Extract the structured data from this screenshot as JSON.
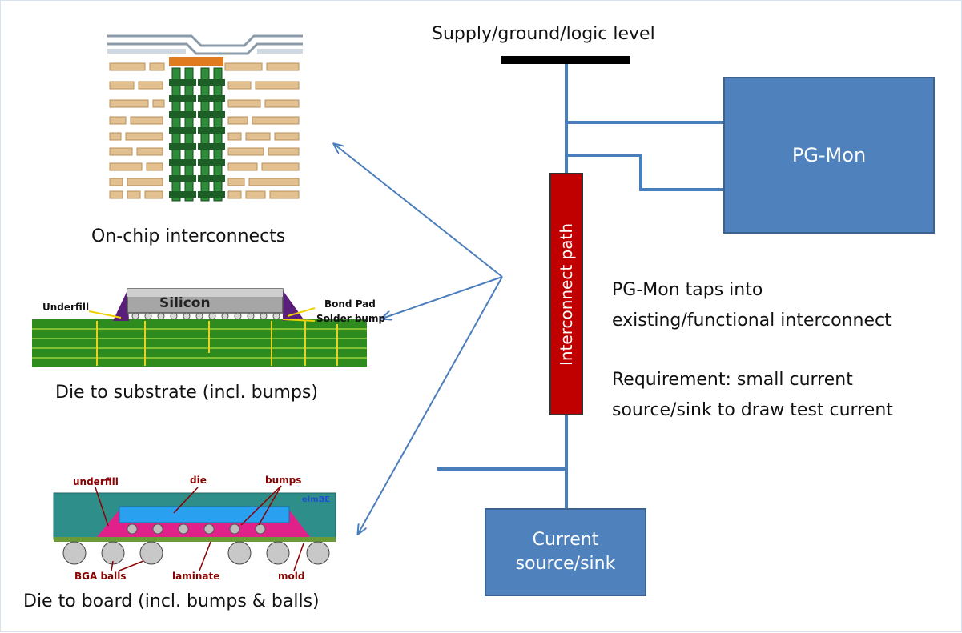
{
  "top_label": "Supply/ground/logic level",
  "pgmon_label": "PG-Mon",
  "interconnect_label": "Interconnect path",
  "current_source_label": "Current source/sink",
  "note1_line1": "PG-Mon taps into",
  "note1_line2": "existing/functional interconnect",
  "note2_line1": "Requirement: small current",
  "note2_line2": "source/sink to draw test current",
  "caption_onchip": "On-chip interconnects",
  "caption_substrate": "Die to substrate (incl. bumps)",
  "caption_board": "Die to board (incl. bumps & balls)",
  "substrate_labels": {
    "silicon": "Silicon",
    "underfill": "Underfill",
    "bond_pad": "Bond Pad",
    "solder_bump": "Solder bump"
  },
  "board_labels": {
    "underfill": "underfill",
    "die": "die",
    "bumps": "bumps",
    "elmbe": "elmBE",
    "bga": "BGA balls",
    "laminate": "laminate",
    "mold": "mold"
  },
  "colors": {
    "box_fill": "#4f81bd",
    "wire": "#4a7ebb",
    "interconnect_fill": "#c00000",
    "bar": "#000000"
  }
}
